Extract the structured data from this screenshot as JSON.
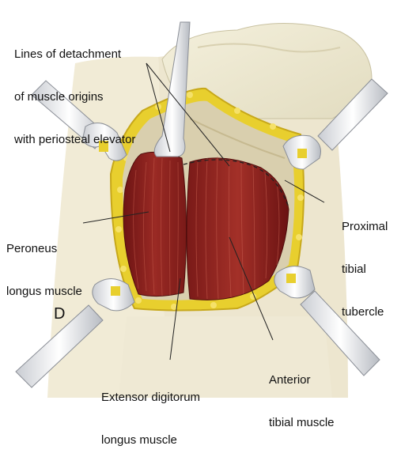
{
  "figure": {
    "panel_letter": "D",
    "labels": {
      "detachment_line1": "Lines of detachment",
      "detachment_line2": "of muscle origins",
      "detachment_line3": "with periosteal elevator",
      "peroneus_line1": "Peroneus",
      "peroneus_line2": "longus muscle",
      "tubercle_line1": "Proximal",
      "tubercle_line2": "tibial",
      "tubercle_line3": "tubercle",
      "anterior_line1": "Anterior",
      "anterior_line2": "tibial muscle",
      "extensor_line1": "Extensor digitorum",
      "extensor_line2": "longus muscle"
    }
  }
}
